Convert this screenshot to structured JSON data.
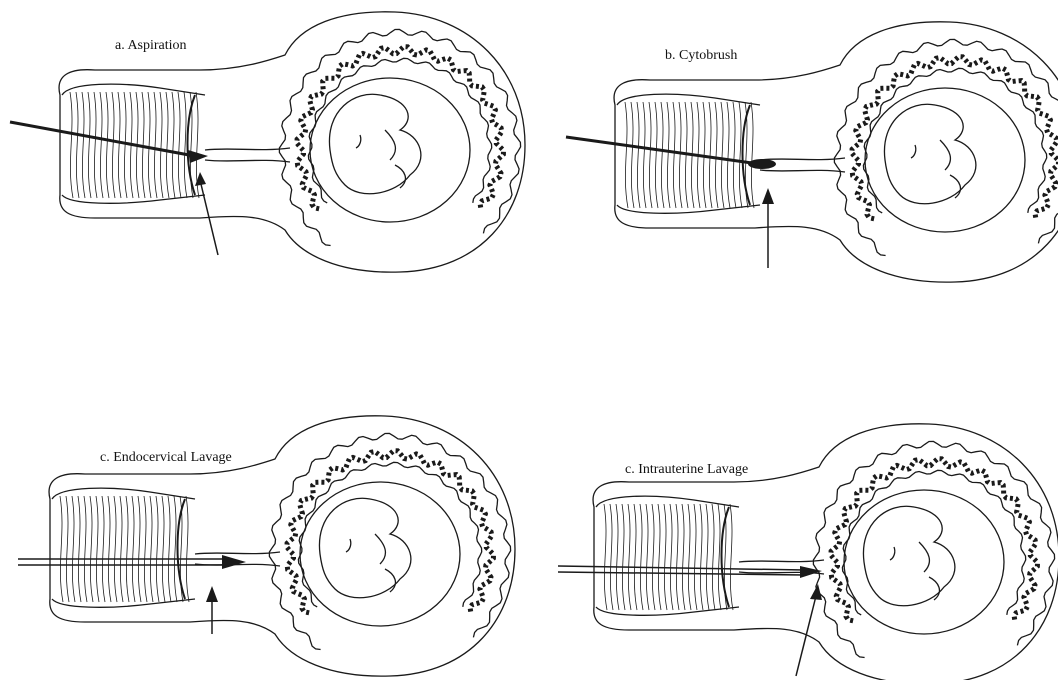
{
  "panels": [
    {
      "id": "aspiration",
      "label": "a. Aspiration",
      "tool": "catheter-solid",
      "target": "external-os"
    },
    {
      "id": "cytobrush",
      "label": "b. Cytobrush",
      "tool": "cytobrush",
      "target": "endocervical-canal"
    },
    {
      "id": "endocervical-lavage",
      "label": "c. Endocervical Lavage",
      "tool": "double-lumen-catheter",
      "target": "endocervical-canal"
    },
    {
      "id": "intrauterine-lavage",
      "label": "c. Intrauterine Lavage",
      "tool": "double-lumen-catheter",
      "target": "internal-os"
    }
  ],
  "colors": {
    "line": "#1a1a1a",
    "background": "#ffffff"
  }
}
